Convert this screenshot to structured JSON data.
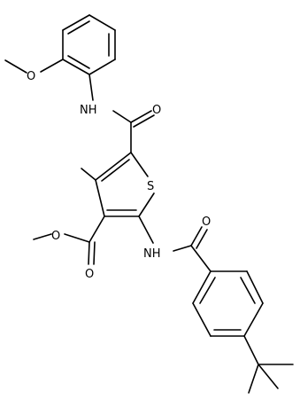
{
  "structure": {
    "atom_labels": {
      "methoxy_o": "O",
      "anilide_nh": "NH",
      "amide_o_top": "O",
      "thiophene_s": "S",
      "ester_o_ether": "O",
      "ester_o_carbonyl": "O",
      "benzamide_nh": "NH",
      "benzamide_o": "O"
    },
    "colors": {
      "bond": "#000000",
      "label": "#000000",
      "background": "#ffffff"
    }
  }
}
